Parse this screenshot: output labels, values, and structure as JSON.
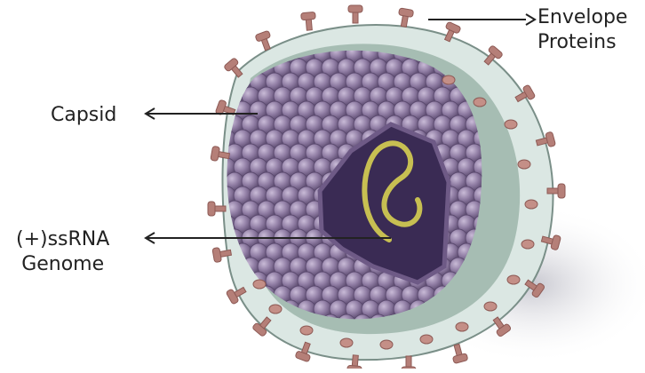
{
  "labels": {
    "envelope": [
      "Envelope",
      "Proteins"
    ],
    "capsid": "Capsid",
    "genome": [
      "(+)ssRNA",
      "Genome"
    ]
  },
  "colors": {
    "shadow": "#cfcfd6",
    "envelope_outer": "#e3ece9",
    "envelope_inner": "#9fb7ad",
    "capsid_bead": "#8c7aa0",
    "capsid_bead_light": "#b7a7c8",
    "core": "#3b2c55",
    "rna": "#b7b04a",
    "spike": "#b57f78",
    "spike_dark": "#8d5a55",
    "arrow": "#222222"
  },
  "icons": {
    "arrow": "arrow-icon",
    "virus": "virus-illustration"
  }
}
